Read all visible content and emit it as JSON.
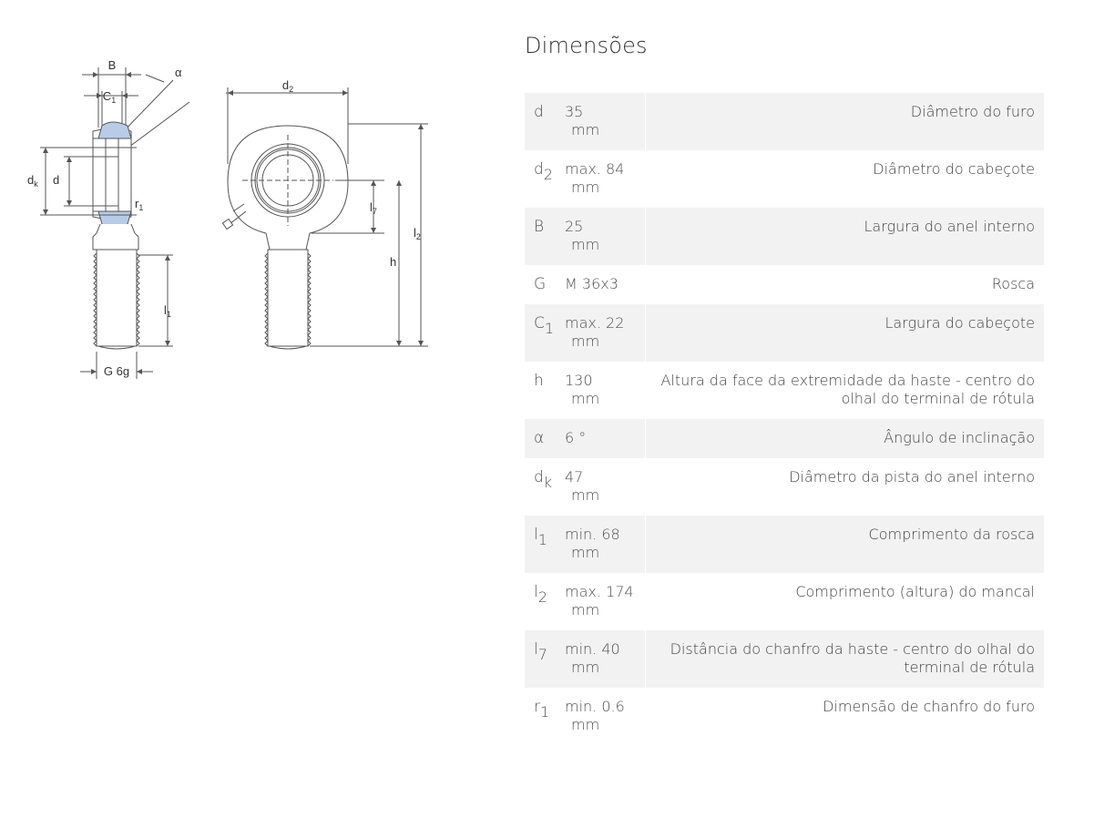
{
  "drawing": {
    "labels": {
      "B": "B",
      "C1_base": "C",
      "C1_sub": "1",
      "alpha": "α",
      "dk_base": "d",
      "dk_sub": "k",
      "d": "d",
      "r1_base": "r",
      "r1_sub": "1",
      "l1_base": "l",
      "l1_sub": "1",
      "G6g": "G 6g",
      "d2_base": "d",
      "d2_sub": "2",
      "l7_base": "l",
      "l7_sub": "7",
      "l2_base": "l",
      "l2_sub": "2",
      "h": "h"
    },
    "colors": {
      "line": "#555555",
      "bearing_blue": "#b8cce8",
      "body_fill": "#ffffff"
    }
  },
  "panel": {
    "title": "Dimensões",
    "rows": [
      {
        "sym": "d",
        "sub": "",
        "num": "35",
        "unit": "mm",
        "desc": "Diâmetro do furo"
      },
      {
        "sym": "d",
        "sub": "2",
        "num": "max. 84",
        "unit": "mm",
        "desc": "Diâmetro do cabeçote"
      },
      {
        "sym": "B",
        "sub": "",
        "num": "25",
        "unit": "mm",
        "desc": "Largura do anel interno"
      },
      {
        "sym": "G",
        "sub": "",
        "num": "M 36x3",
        "unit": "",
        "desc": "Rosca"
      },
      {
        "sym": "C",
        "sub": "1",
        "num": "max. 22",
        "unit": "mm",
        "desc": "Largura do cabeçote"
      },
      {
        "sym": "h",
        "sub": "",
        "num": "130",
        "unit": "mm",
        "desc": "Altura da face da extremidade da haste - centro do olhal do terminal de rótula"
      },
      {
        "sym": "α",
        "sub": "",
        "num": "6 °",
        "unit": "",
        "desc": "Ângulo de inclinação"
      },
      {
        "sym": "d",
        "sub": "k",
        "num": "47",
        "unit": "mm",
        "desc": "Diâmetro da pista do anel interno"
      },
      {
        "sym": "l",
        "sub": "1",
        "num": "min. 68",
        "unit": "mm",
        "desc": "Comprimento da rosca"
      },
      {
        "sym": "l",
        "sub": "2",
        "num": "max. 174",
        "unit": "mm",
        "desc": "Comprimento (altura) do mancal"
      },
      {
        "sym": "l",
        "sub": "7",
        "num": "min. 40",
        "unit": "mm",
        "desc": "Distância do chanfro da haste - centro do olhal do terminal de rótula"
      },
      {
        "sym": "r",
        "sub": "1",
        "num": "min. 0.6",
        "unit": "mm",
        "desc": "Dimensão de chanfro do furo"
      }
    ]
  }
}
